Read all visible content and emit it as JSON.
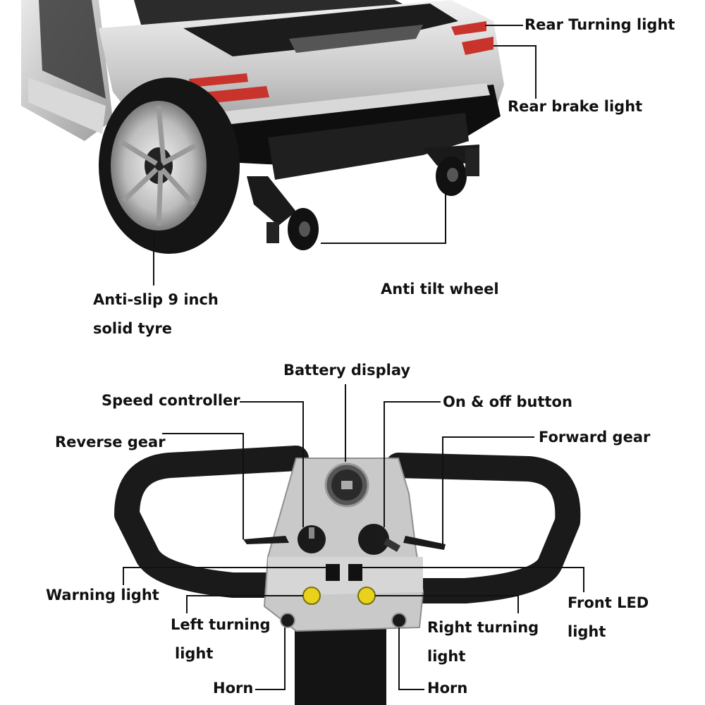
{
  "labels": {
    "rear_turning_light": "Rear Turning light",
    "rear_brake_light": "Rear brake light",
    "anti_slip_tyre_line1": "Anti-slip 9 inch",
    "anti_slip_tyre_line2": "solid tyre",
    "anti_tilt_wheel": "Anti tilt wheel",
    "battery_display": "Battery display",
    "speed_controller": "Speed controller",
    "on_off_button": "On & off button",
    "reverse_gear": "Reverse gear",
    "forward_gear": "Forward gear",
    "warning_light": "Warning light",
    "front_led_line1": "Front LED",
    "front_led_line2": "light",
    "left_turning_line1": "Left turning",
    "left_turning_line2": "light",
    "right_turning_line1": "Right turning",
    "right_turning_line2": "light",
    "horn_left": "Horn",
    "horn_right": "Horn"
  },
  "colors": {
    "body_silver": "#c9c9c9",
    "grip_black": "#1a1a1a",
    "reflector_red": "#c8342c",
    "button_yellow": "#e8d21c",
    "leader_line": "#111111"
  }
}
